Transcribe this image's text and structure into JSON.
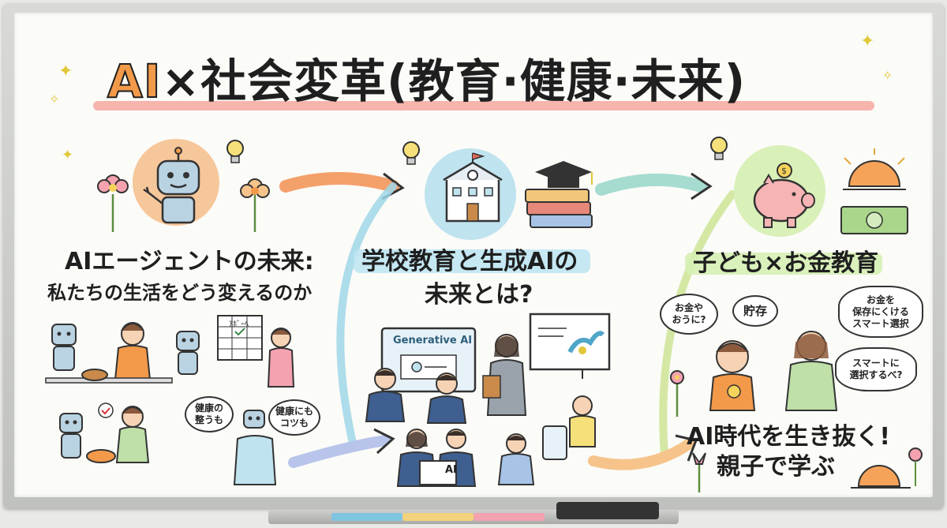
{
  "title": {
    "ai": "AI",
    "rest": "×社会変革(教育·健康·未来)"
  },
  "column1": {
    "heading_line1": "AIエージェントの未来:",
    "heading_line2": "私たちの生活をどう変えるのか",
    "bubble_left": "健康の\n整うも",
    "bubble_right": "健康にも\nコツも",
    "chart_label": "ｱﾎﾞｰﾍ"
  },
  "column2": {
    "heading_line1": "学校教育と生成AIの",
    "heading_line2": "未来とは?",
    "screen_label": "Generative AI",
    "book_label": "AI"
  },
  "column3": {
    "heading": "子ども×お金教育",
    "bubble_kid": "お金や\nおうに?",
    "bubble_savings": "貯存",
    "bubble_mom1": "お金を\n保存にくける\nスマート選択",
    "bubble_mom2": "スマートに\n選択するべ?",
    "footer_line1": "AI時代を生き抜く!",
    "footer_line2": "親子で学ぶ"
  },
  "colors": {
    "title_accent": "#f29a4a",
    "underline": "#f6a7a0",
    "arrow_orange": "#f4a06a",
    "arrow_blue": "#9fd6e8",
    "arrow_green": "#cfe69a",
    "robot_circle": "#f6c79a",
    "school_circle": "#bfe3ef",
    "piggy_circle": "#d9f0b8"
  },
  "icons": [
    "robot-icon",
    "school-icon",
    "graduation-cap-icon",
    "books-icon",
    "piggy-bank-icon",
    "coin-icon",
    "money-icon",
    "sun-icon",
    "lightbulb-icon",
    "flower-icon",
    "sparkle-icon"
  ]
}
